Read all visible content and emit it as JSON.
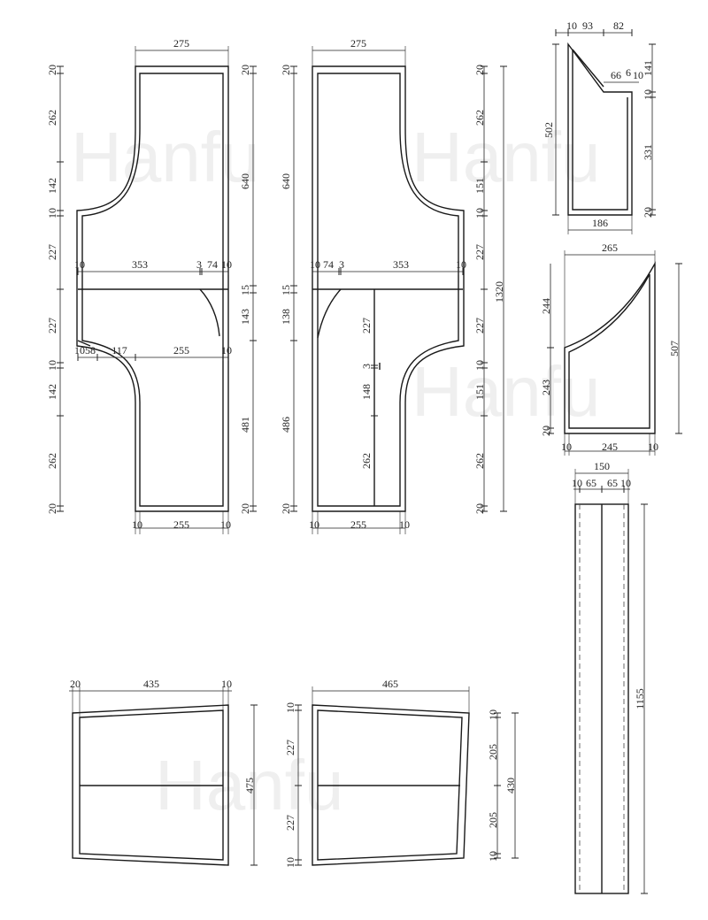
{
  "watermark": "Hanfu",
  "labels": {
    "p1_top": "275",
    "p1_l262a": "262",
    "p1_l142a": "142",
    "p1_l10a": "10",
    "p1_l227a": "227",
    "p1_l227b": "227",
    "p1_l10b": "10",
    "p1_l142b": "142",
    "p1_l262b": "262",
    "p1_l20a": "20",
    "p1_l20b": "20",
    "p1_r20a": "20",
    "p1_r640": "640",
    "p1_r15": "15",
    "p1_r143": "143",
    "p1_r481": "481",
    "p1_r20b": "20",
    "p1_h10a": "10",
    "p1_h353": "353",
    "p1_h3": "3",
    "p1_h74": "74",
    "p1_h10b": "10",
    "p1_h1058": "1058",
    "p1_h117": "117",
    "p1_h255": "255",
    "p1_h10c": "10",
    "p1_b10a": "10",
    "p1_b255": "255",
    "p1_b10b": "10",
    "p2_top": "275",
    "p2_l20a": "20",
    "p2_l640": "640",
    "p2_l15": "15",
    "p2_l138": "138",
    "p2_l486": "486",
    "p2_l20b": "20",
    "p2_h10a": "10",
    "p2_h74": "74",
    "p2_h3": "3",
    "p2_h353": "353",
    "p2_h10b": "10",
    "p2_c227": "227",
    "p2_c3": "3",
    "p2_c148": "148",
    "p2_c262": "262",
    "p2_r20a": "20",
    "p2_r262a": "262",
    "p2_r151a": "151",
    "p2_r10a": "10",
    "p2_r227a": "227",
    "p2_r227b": "227",
    "p2_r10b": "10",
    "p2_r151b": "151",
    "p2_r262b": "262",
    "p2_r20b": "20",
    "p2_total": "1320",
    "p2_b10a": "10",
    "p2_b255": "255",
    "p2_b10b": "10",
    "p3_t10": "10",
    "p3_t93": "93",
    "p3_t82": "82",
    "p3_66": "66",
    "p3_6": "6",
    "p3_10a": "10",
    "p3_l502": "502",
    "p3_r141": "141",
    "p3_r10": "10",
    "p3_r331": "331",
    "p3_r20": "20",
    "p3_b186": "186",
    "p4_t265": "265",
    "p4_l244": "244",
    "p4_l243": "243",
    "p4_l20": "20",
    "p4_r507": "507",
    "p4_b10a": "10",
    "p4_b245": "245",
    "p4_b10b": "10",
    "p5_t150": "150",
    "p5_t10a": "10",
    "p5_t65a": "65",
    "p5_t65b": "65",
    "p5_t10b": "10",
    "p5_r1155": "1155",
    "p6_t20": "20",
    "p6_t435": "435",
    "p6_t10": "10",
    "p6_r475": "475",
    "p7_t465": "465",
    "p7_l10a": "10",
    "p7_l227a": "227",
    "p7_l227b": "227",
    "p7_l10b": "10",
    "p7_r10a": "10",
    "p7_r205a": "205",
    "p7_r430": "430",
    "p7_r205b": "205",
    "p7_r10b": "10"
  }
}
